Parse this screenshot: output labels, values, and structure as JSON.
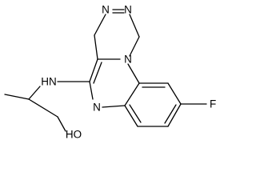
{
  "atom_labels": {
    "n_triazole_1": "N",
    "n_triazole_2": "N",
    "n_bridgehead": "N",
    "n_amine": "HN",
    "n_pyrazine": "N",
    "fluorine": "F",
    "hydroxyl": "HO"
  }
}
